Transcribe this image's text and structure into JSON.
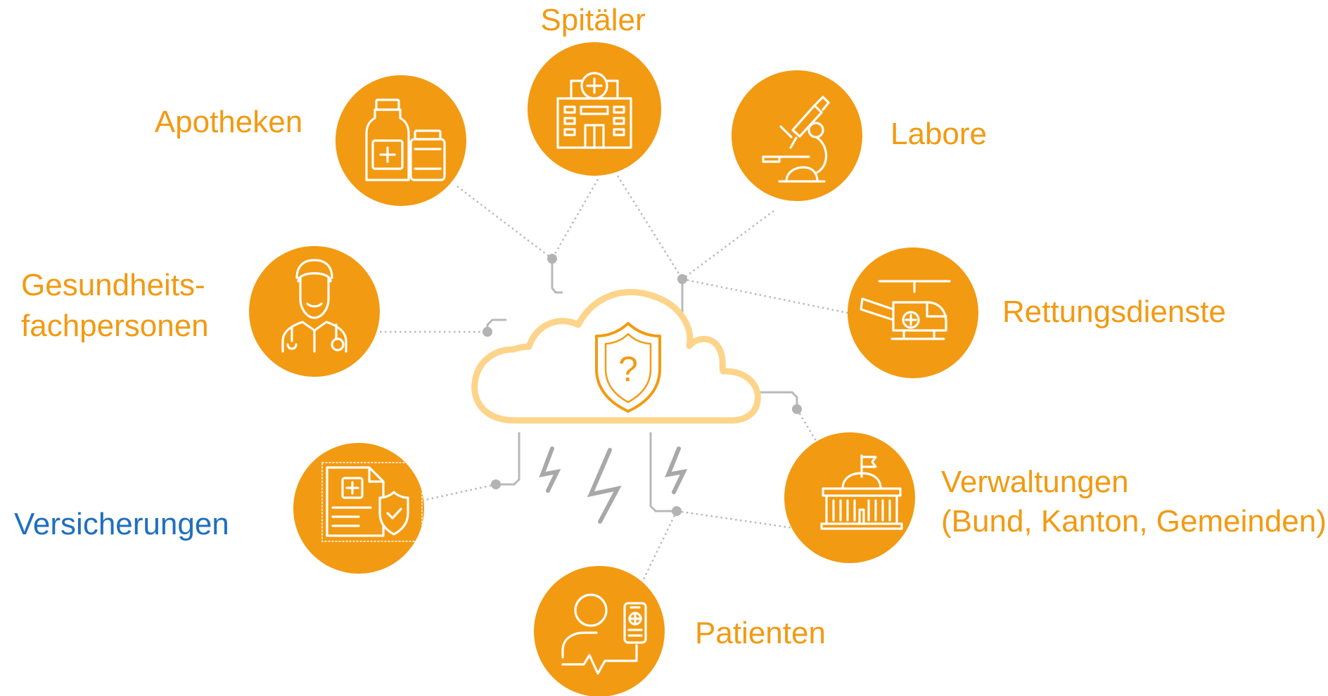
{
  "nodes": {
    "spitaeler": {
      "label": "Spitäler",
      "icon": "hospital-icon"
    },
    "apotheken": {
      "label": "Apotheken",
      "icon": "medicine-bottles-icon"
    },
    "labore": {
      "label": "Labore",
      "icon": "microscope-icon"
    },
    "gesundheitsfachpersonen": {
      "label_line1": "Gesundheits-",
      "label_line2": "fachpersonen",
      "icon": "nurse-icon"
    },
    "rettungsdienste": {
      "label": "Rettungsdienste",
      "icon": "helicopter-icon"
    },
    "versicherungen": {
      "label": "Versicherungen",
      "icon": "insurance-document-icon"
    },
    "verwaltungen": {
      "label_line1": "Verwaltungen",
      "label_line2": "(Bund, Kanton, Gemeinden)",
      "icon": "government-building-icon"
    },
    "patienten": {
      "label": "Patienten",
      "icon": "patient-phone-icon"
    }
  },
  "center": {
    "symbol": "?",
    "icon": "cloud-shield-icon"
  },
  "colors": {
    "node": "#f29a12",
    "label": "#f29a12",
    "versicherungen_label": "#1f6fbf",
    "cloud": "#fdd48a",
    "connector": "#b9b9b9"
  }
}
